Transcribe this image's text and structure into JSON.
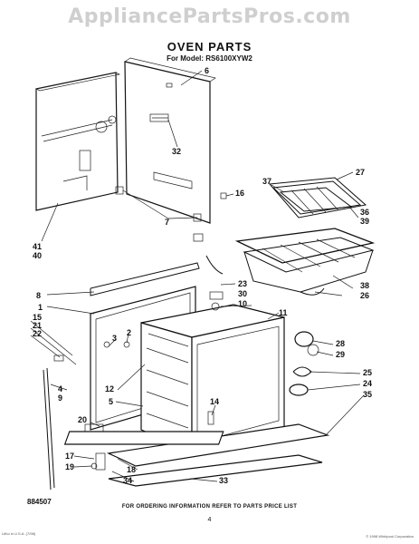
{
  "watermark": "AppliancePartsPros.com",
  "title": "OVEN PARTS",
  "subtitle": "For Model: RS6100XYW2",
  "footer_code": "884507",
  "footer_note": "FOR ORDERING INFORMATION REFER TO PARTS PRICE LIST",
  "page_number": "4",
  "tiny_left": "Litho in U.S.A. (7/98)",
  "tiny_right": "© 1998 Whirlpool Corporation",
  "callouts": [
    "6",
    "32",
    "16",
    "7",
    "41",
    "40",
    "27",
    "37",
    "36",
    "39",
    "38",
    "26",
    "8",
    "1",
    "23",
    "30",
    "10",
    "11",
    "15",
    "21",
    "22",
    "3",
    "2",
    "28",
    "29",
    "25",
    "24",
    "35",
    "4",
    "9",
    "12",
    "5",
    "14",
    "20",
    "17",
    "19",
    "18",
    "34",
    "33"
  ]
}
